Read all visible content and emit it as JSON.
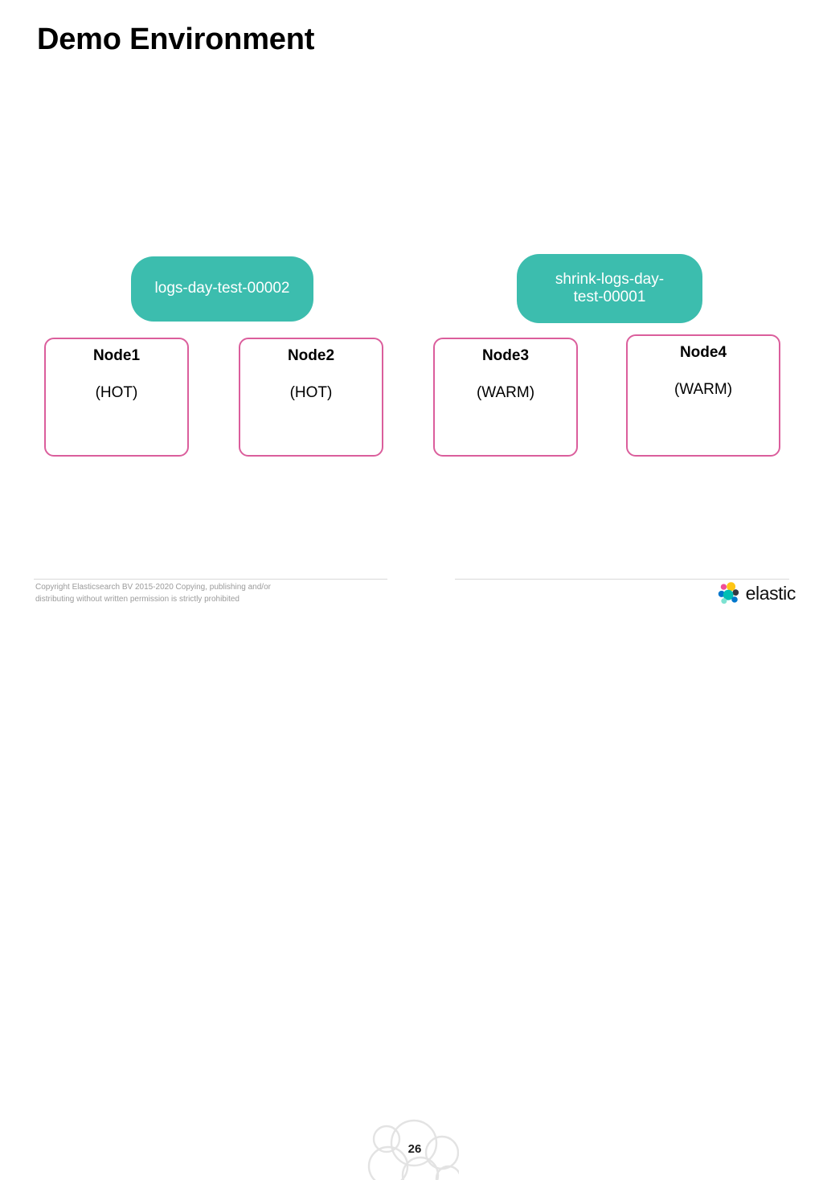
{
  "slide": {
    "title": "Demo Environment",
    "page_number": "26"
  },
  "diagram": {
    "indices": [
      {
        "label": "logs-day-test-00002",
        "color": "#3CBDAE"
      },
      {
        "label": "shrink-logs-day-\ntest-00001",
        "color": "#3CBDAE"
      }
    ],
    "nodes": [
      {
        "name": "Node1",
        "tier": "(HOT)",
        "border_color": "#DB5E9C"
      },
      {
        "name": "Node2",
        "tier": "(HOT)",
        "border_color": "#DB5E9C"
      },
      {
        "name": "Node3",
        "tier": "(WARM)",
        "border_color": "#DB5E9C"
      },
      {
        "name": "Node4",
        "tier": "(WARM)",
        "border_color": "#DB5E9C"
      }
    ]
  },
  "footer": {
    "copyright_line1": "Copyright Elasticsearch BV 2015-2020 Copying, publishing and/or",
    "copyright_line2": "distributing without written permission is strictly prohibited",
    "brand_name": "elastic",
    "brand_colors": {
      "pink": "#F04E98",
      "yellow": "#FEC514",
      "teal": "#00BFB3",
      "blue": "#0077CC",
      "navy": "#343741",
      "lightblue": "#7DE2D1"
    }
  }
}
